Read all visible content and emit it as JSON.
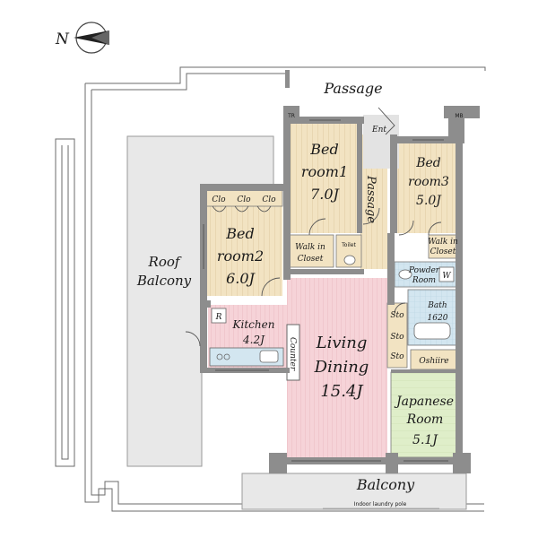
{
  "compass": {
    "north_label": "N"
  },
  "rooms": {
    "passage_top": "Passage",
    "tr": "TR",
    "mb": "MB",
    "ent": "Ent",
    "bedroom1": {
      "l1": "Bed",
      "l2": "room1",
      "l3": "7.0J"
    },
    "bedroom3": {
      "l1": "Bed",
      "l2": "room3",
      "l3": "5.0J"
    },
    "passage_mid": "Passage",
    "clo1": "Clo",
    "clo2": "Clo",
    "clo3": "Clo",
    "bedroom2": {
      "l1": "Bed",
      "l2": "room2",
      "l3": "6.0J"
    },
    "walkin1": {
      "l1": "Walk in",
      "l2": "Closet"
    },
    "toilet": "Toilet",
    "walkin2": {
      "l1": "Walk in",
      "l2": "Closet"
    },
    "roof_balcony": {
      "l1": "Roof",
      "l2": "Balcony"
    },
    "powder": {
      "l1": "Powder",
      "l2": "Room"
    },
    "w": "W",
    "bath": {
      "l1": "Bath",
      "l2": "1620"
    },
    "r": "R",
    "kitchen": {
      "l1": "Kitchen",
      "l2": "4.2J"
    },
    "living": {
      "l1": "Living",
      "l2": "Dining",
      "l3": "15.4J"
    },
    "sto1": "Sto",
    "sto2": "Sto",
    "sto3": "Sto",
    "counter": "Counter",
    "oshiire": "Oshiire",
    "japanese": {
      "l1": "Japanese",
      "l2": "Room",
      "l3": "5.1J"
    },
    "balcony": "Balcony",
    "laundry_pole": "Indoor laundry pole"
  },
  "colors": {
    "wood": "#f2e3c2",
    "pink": "#f6d3d8",
    "tatami": "#dfeec9",
    "tile": "#d3e6f0",
    "roof": "#e8e8e8",
    "wall": "#8d8d8d"
  }
}
